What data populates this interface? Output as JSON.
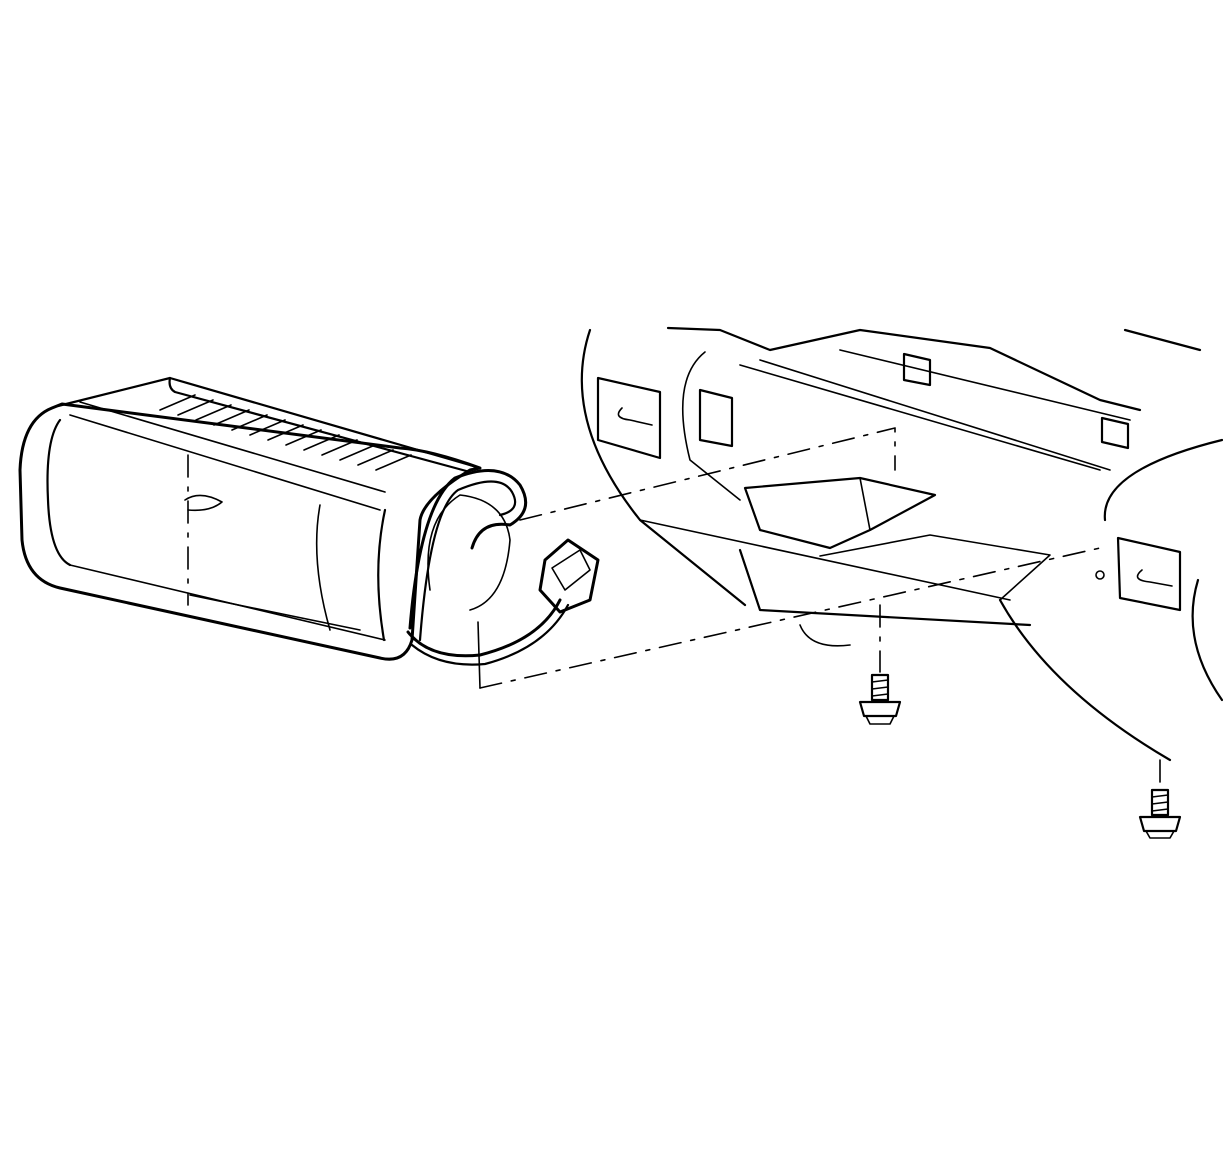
{
  "diagram": {
    "type": "exploded-view line drawing",
    "colors": {
      "line": "#000000",
      "background": "#ffffff"
    },
    "parts": [
      {
        "name": "inflator-module",
        "icon": "cylindrical-module-outline"
      },
      {
        "name": "wiring-harness-connector",
        "icon": "connector-outline"
      },
      {
        "name": "mounting-bracket",
        "icon": "bracket-outline"
      },
      {
        "name": "bolt-left",
        "icon": "bolt-outline"
      },
      {
        "name": "bolt-right",
        "icon": "bolt-outline"
      }
    ]
  }
}
